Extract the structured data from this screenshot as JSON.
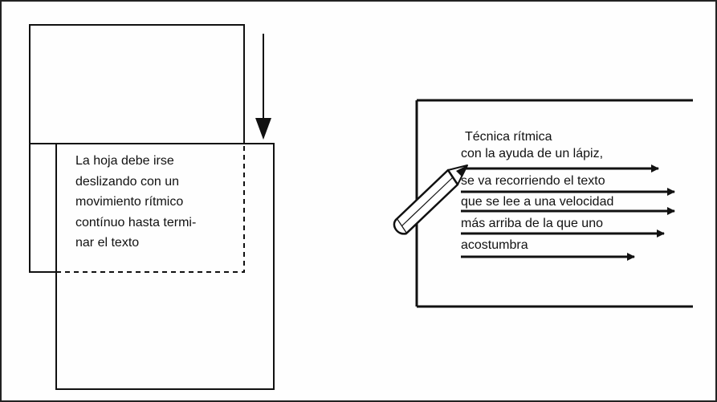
{
  "left_panel": {
    "caption_lines": [
      "La hoja debe irse",
      "deslizando con un",
      "movimiento rítmico",
      "contínuo hasta termi-",
      "nar el texto"
    ]
  },
  "right_panel": {
    "title": "Técnica rítmica",
    "lines": [
      "con la ayuda de un lápiz,",
      "se va recorriendo el texto",
      "que se lee a una velocidad",
      "más arriba de la que uno",
      "acostumbra"
    ]
  },
  "colors": {
    "ink": "#111111",
    "paper": "#fefefe"
  }
}
